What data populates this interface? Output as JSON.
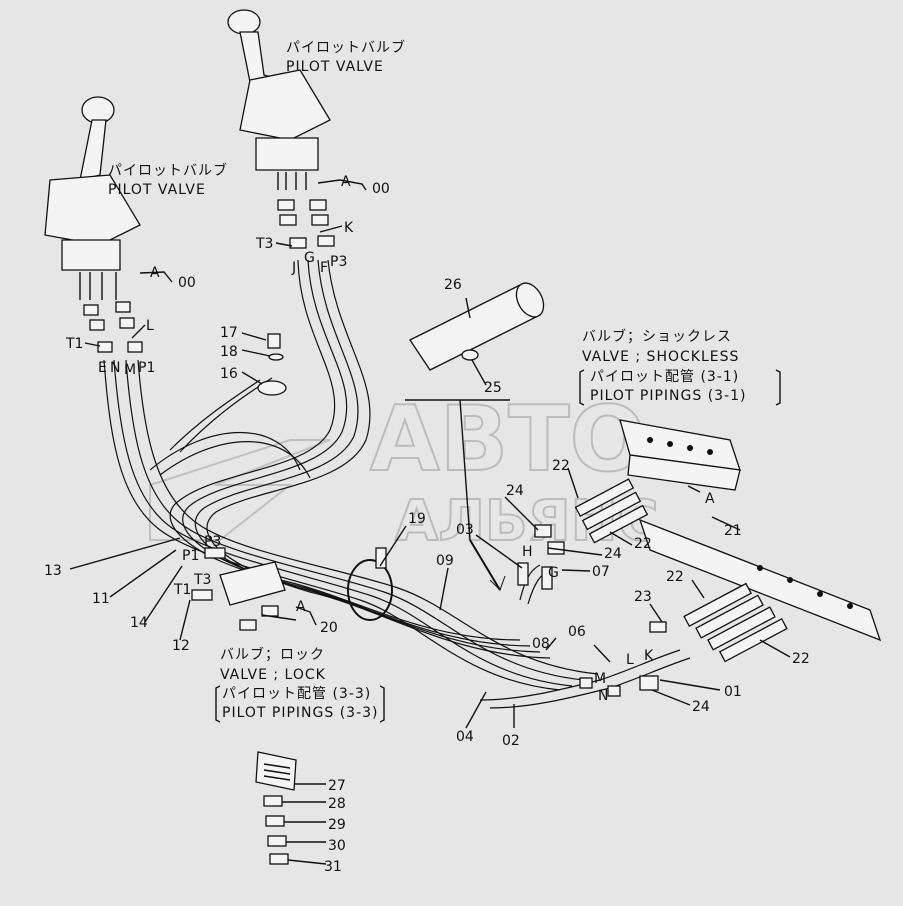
{
  "watermark": {
    "line1": "АВТО",
    "line2": "АЛЬЯНС"
  },
  "titles": {
    "pilot_valve_right_jp": "パイロットバルブ",
    "pilot_valve_right_en": "PILOT VALVE",
    "pilot_valve_left_jp": "パイロットバルブ",
    "pilot_valve_left_en": "PILOT VALVE",
    "valve_shockless_jp": "バルブ；ショックレス",
    "valve_shockless_en": "VALVE ; SHOCKLESS",
    "pilot_piping_31_jp": "パイロット配管 (3-1)",
    "pilot_piping_31_en": "PILOT PIPINGS (3-1)",
    "valve_lock_jp": "バルブ；ロック",
    "valve_lock_en": "VALVE ; LOCK",
    "pilot_piping_33_jp": "パイロット配管 (3-3)",
    "pilot_piping_33_en": "PILOT PIPINGS (3-3)"
  },
  "port_labels": {
    "a_left": "A",
    "a_right": "A",
    "a_lock": "A",
    "a_block": "A",
    "t1_left": "T1",
    "e": "E",
    "n_left": "N",
    "m_left": "M",
    "p1_left": "P1",
    "l": "L",
    "t3_right": "T3",
    "j": "J",
    "g_right": "G",
    "f": "F",
    "p3_right": "P3",
    "k": "K",
    "p3_lock": "P3",
    "p1_lock": "P1",
    "t3_lock": "T3",
    "t1_lock": "T1",
    "h": "H",
    "g_mid": "G",
    "m_bottom": "M",
    "n_bottom": "N",
    "l_bottom": "L",
    "k_bottom": "K"
  },
  "part_numbers": {
    "p00_left": "00",
    "p00_right": "00",
    "p01": "01",
    "p02": "02",
    "p03": "03",
    "p04": "04",
    "p06": "06",
    "p07": "07",
    "p08": "08",
    "p09": "09",
    "p11": "11",
    "p12": "12",
    "p13": "13",
    "p14": "14",
    "p16": "16",
    "p17": "17",
    "p18": "18",
    "p19": "19",
    "p20": "20",
    "p21": "21",
    "p22_a": "22",
    "p22_b": "22",
    "p22_c": "22",
    "p22_d": "22",
    "p23": "23",
    "p24_a": "24",
    "p24_b": "24",
    "p24_c": "24",
    "p25": "25",
    "p26": "26",
    "p27": "27",
    "p28": "28",
    "p29": "29",
    "p30": "30",
    "p31": "31"
  }
}
